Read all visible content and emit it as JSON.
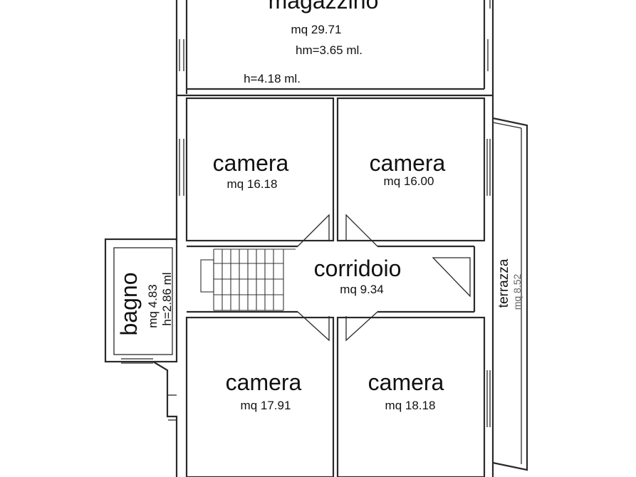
{
  "rooms": {
    "magazzino": {
      "name": "magazzino",
      "area": "mq 29.71",
      "hm": "hm=3.65 ml.",
      "h": "h=4.18 ml."
    },
    "camera_tl": {
      "name": "camera",
      "area": "mq 16.18"
    },
    "camera_tr": {
      "name": "camera",
      "area": "mq 16.00"
    },
    "corridoio": {
      "name": "corridoio",
      "area": "mq 9.34"
    },
    "bagno": {
      "name": "bagno",
      "area": "mq 4.83",
      "h": "h=2.86 ml"
    },
    "terrazza": {
      "name": "terrazza",
      "area": "mq 8.52"
    },
    "camera_bl": {
      "name": "camera",
      "area": "mq 17.91"
    },
    "camera_br": {
      "name": "camera",
      "area": "mq 18.18"
    }
  }
}
